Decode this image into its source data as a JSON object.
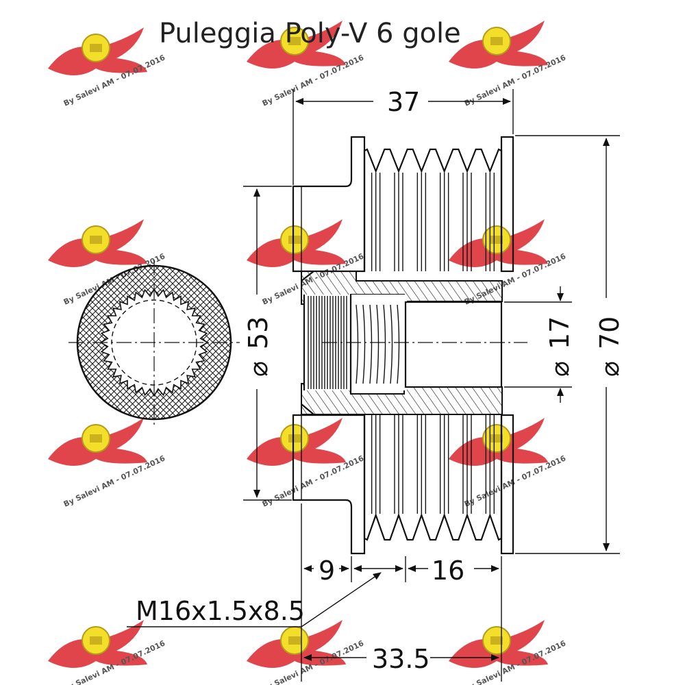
{
  "title": "Puleggia Poly-V 6 gole",
  "watermark": {
    "text": "By Salevi AM - 07.07.2016",
    "wing_color": "#d9242b",
    "badge_color": "#f3df2a"
  },
  "dimensions": {
    "width_total": "37",
    "outer_diameter": "70",
    "hub_diameter": "53",
    "bore_diameter": "17",
    "hub_length": "9",
    "groove_length": "16",
    "overall_length": "33.5",
    "thread": "M16x1.5x8.5",
    "diameter_symbol": "⌀"
  }
}
